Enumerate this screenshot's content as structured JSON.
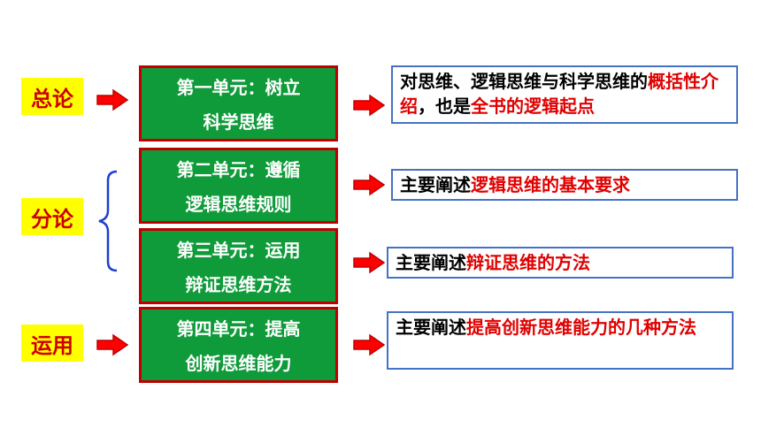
{
  "labels": {
    "intro": "总论",
    "middle": "分论",
    "apply": "运用"
  },
  "units": [
    {
      "line1": "第一单元：树立",
      "line2": "科学思维"
    },
    {
      "line1": "第二单元：遵循",
      "line2": "逻辑思维规则"
    },
    {
      "line1": "第三单元：运用",
      "line2": "辩证思维方法"
    },
    {
      "line1": "第四单元：提高",
      "line2": "创新思维能力"
    }
  ],
  "descs": [
    {
      "part1": "对思维、逻辑思维与科学思维的",
      "part2": "概括性介绍",
      "part3": "，也是",
      "part4": "全书的逻辑起点"
    },
    {
      "plain": "主要阐述",
      "hl": "逻辑思维的基本要求"
    },
    {
      "plain": "主要阐述",
      "hl": "辩证思维的方法"
    },
    {
      "plain": "主要阐述",
      "hl": "提高创新思维能力的几种方法"
    }
  ],
  "colors": {
    "label_bg": "#ffff00",
    "label_text": "#cc0000",
    "unit_bg": "#0f9b3a",
    "unit_border": "#c00000",
    "desc_border": "#4472c4",
    "highlight": "#e00000",
    "brace": "#1f3fd0"
  }
}
